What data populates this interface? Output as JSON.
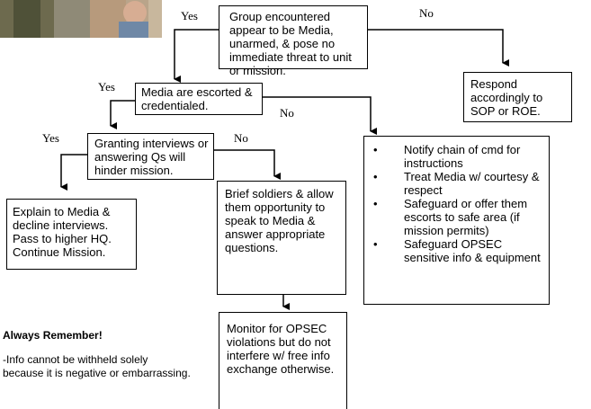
{
  "box_top": "Group encountered appear to be Media, unarmed, & pose no immediate threat to unit or mission.",
  "box_respond": "Respond accordingly to SOP or ROE.",
  "box_escorted": "Media are escorted & credentialed.",
  "box_granting": "Granting interviews or answering Qs will hinder mission.",
  "box_explain": "Explain to Media & decline interviews. Pass to higher HQ. Continue Mission.",
  "box_brief": "Brief soldiers & allow them opportunity to speak to Media & answer appropriate questions.",
  "box_monitor": "Monitor for OPSEC violations but do not interfere w/ free info exchange otherwise.",
  "notify_items": [
    "Notify chain of cmd for instructions",
    "Treat Media w/ courtesy & respect",
    "Safeguard or offer them escorts to safe area (if mission permits)",
    "Safeguard OPSEC sensitive info & equipment"
  ],
  "bullet_char": "•",
  "labels": {
    "yes1": "Yes",
    "no1": "No",
    "yes2": "Yes",
    "no2": "No",
    "yes3": "Yes",
    "no3": "No"
  },
  "remember_title": "Always Remember!",
  "remember_text": "-Info cannot be withheld solely because it is negative or embarrassing."
}
